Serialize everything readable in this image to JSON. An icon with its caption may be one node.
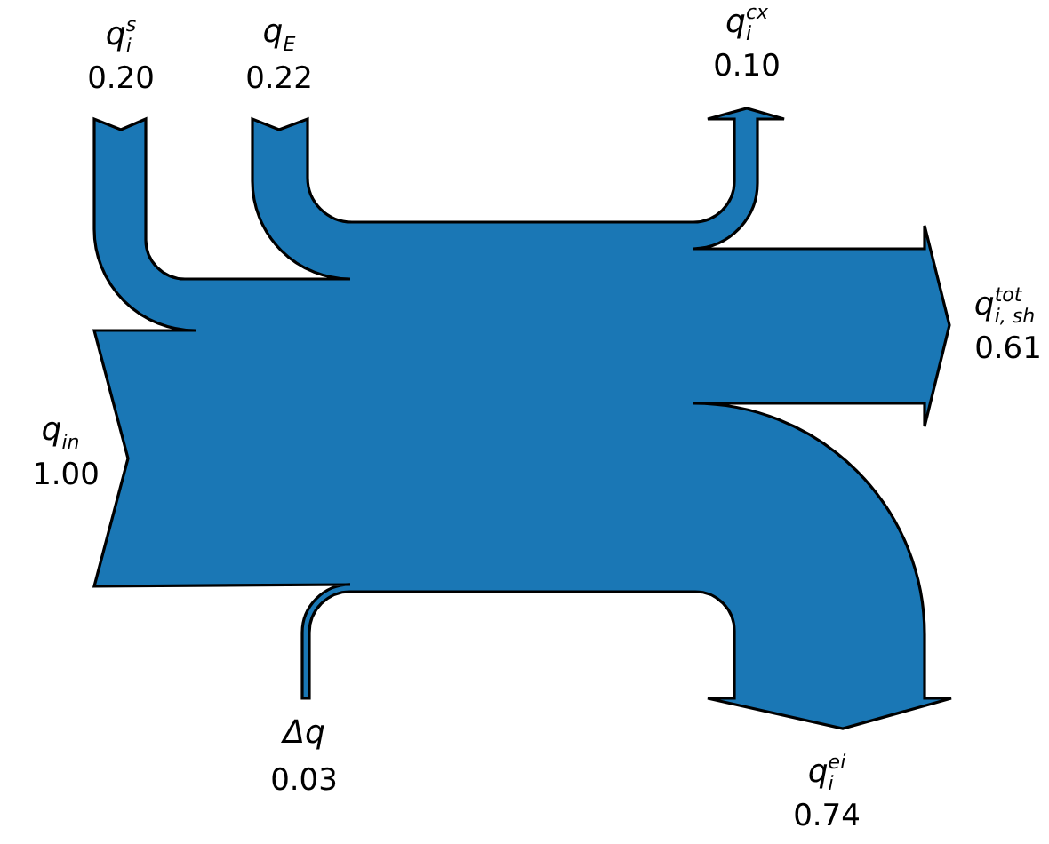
{
  "diagram": {
    "labels": [
      "q$^{s}$$_{i}$",
      "0.20",
      "q$_{E}$",
      "0.22",
      "q$^{cx}$$_{i}$",
      "0.10",
      "q$^{tot}$$_{i, sh}$",
      "0.61",
      "q$_{in}$",
      "1.00",
      "Δq",
      "0.03",
      "q$^{ei}$$_{i}$",
      "0.74"
    ]
  }
}
